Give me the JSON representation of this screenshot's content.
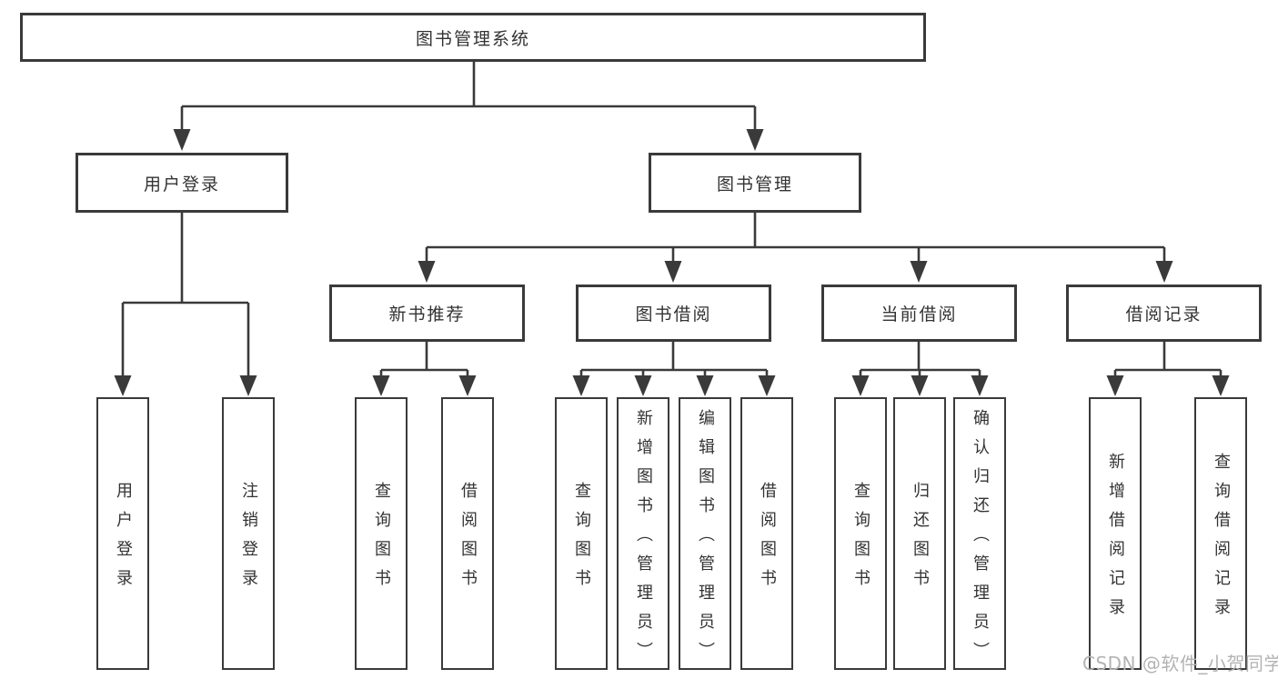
{
  "colors": {
    "line": "#3a3a3a",
    "border": "#3a3a3a",
    "text": "#333333",
    "watermark": "#b3b3b3",
    "background": "#ffffff"
  },
  "tree": {
    "root": {
      "label": "图书管理系统"
    },
    "branches": [
      {
        "label": "用户登录",
        "children": [
          "用户登录",
          "注销登录"
        ]
      },
      {
        "label": "图书管理",
        "children_groups": [
          {
            "label": "新书推荐",
            "children": [
              "查询图书",
              "借阅图书"
            ]
          },
          {
            "label": "图书借阅",
            "children": [
              "查询图书",
              "新增图书（管理员）",
              "编辑图书（管理员）",
              "借阅图书"
            ]
          },
          {
            "label": "当前借阅",
            "children": [
              "查询图书",
              "归还图书",
              "确认归还（管理员）"
            ]
          },
          {
            "label": "借阅记录",
            "children": [
              "新增借阅记录",
              "查询借阅记录"
            ]
          }
        ]
      }
    ]
  },
  "watermark": "CSDN @软件_小贺同学"
}
